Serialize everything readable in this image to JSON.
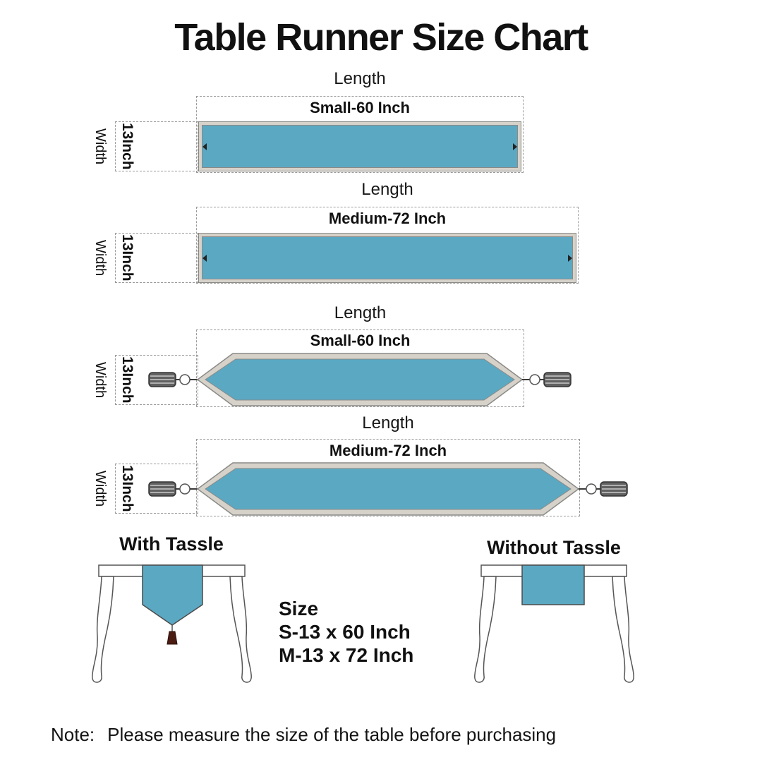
{
  "title": "Table Runner Size Chart",
  "colors": {
    "runner_teal": "#5ba8c3",
    "border_band": "#d6d2ca",
    "outline_gray": "#8a8a87",
    "dash_gray": "#9a9a9a",
    "tassel_maroon": "#4a1c12"
  },
  "sections": [
    {
      "length_label": "Length",
      "size_label": "Small-60 Inch",
      "width_value": "13Inch",
      "width_label": "Width",
      "shape": "flat"
    },
    {
      "length_label": "Length",
      "size_label": "Medium-72 Inch",
      "width_value": "13Inch",
      "width_label": "Width",
      "shape": "flat"
    },
    {
      "length_label": "Length",
      "size_label": "Small-60 Inch",
      "width_value": "13Inch",
      "width_label": "Width",
      "shape": "pointed-with-tassels"
    },
    {
      "length_label": "Length",
      "size_label": "Medium-72 Inch",
      "width_value": "13Inch",
      "width_label": "Width",
      "shape": "pointed-with-tassels"
    }
  ],
  "footer": {
    "with_tassle": "With Tassle",
    "without_tassle": "Without Tassle",
    "size_heading": "Size",
    "sizes": [
      "S-13 x 60 Inch",
      "M-13 x 72 Inch"
    ],
    "note_label": "Note:",
    "note_text": "Please measure the size of the table before purchasing"
  }
}
